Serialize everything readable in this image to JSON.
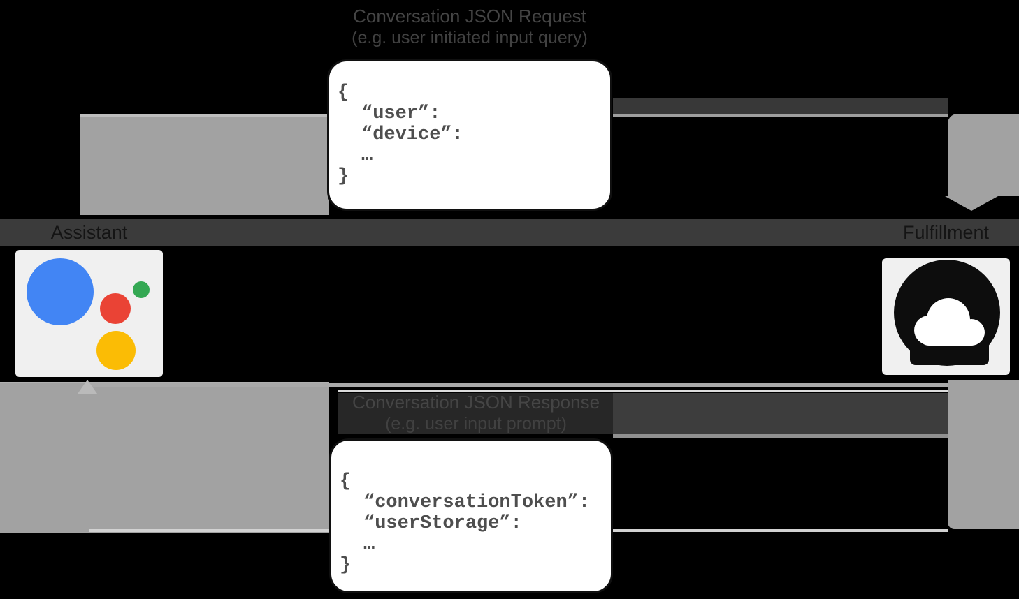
{
  "diagram": {
    "request": {
      "title": "Conversation JSON Request",
      "subtitle": "(e.g. user initiated input query)",
      "code": [
        "{",
        "“user”:",
        "“device”:",
        "…",
        "}"
      ]
    },
    "response": {
      "title": "Conversation JSON Response",
      "subtitle": "(e.g. user input prompt)",
      "code": [
        "{",
        "“conversationToken”:",
        "“userStorage”:",
        "…",
        "}"
      ]
    },
    "actors": {
      "assistant_label": "Assistant",
      "fulfillment_label": "Fulfillment"
    },
    "colors": {
      "background": "#000000",
      "arrow_gray": "#a2a2a2",
      "labels_bar": "#3b3b3b",
      "card_white": "#ffffff",
      "assistant_blue": "#4285f4",
      "assistant_red": "#ea4335",
      "assistant_yellow": "#fbbc05",
      "assistant_green": "#34a853",
      "cloud_black": "#0d0d0d"
    }
  }
}
